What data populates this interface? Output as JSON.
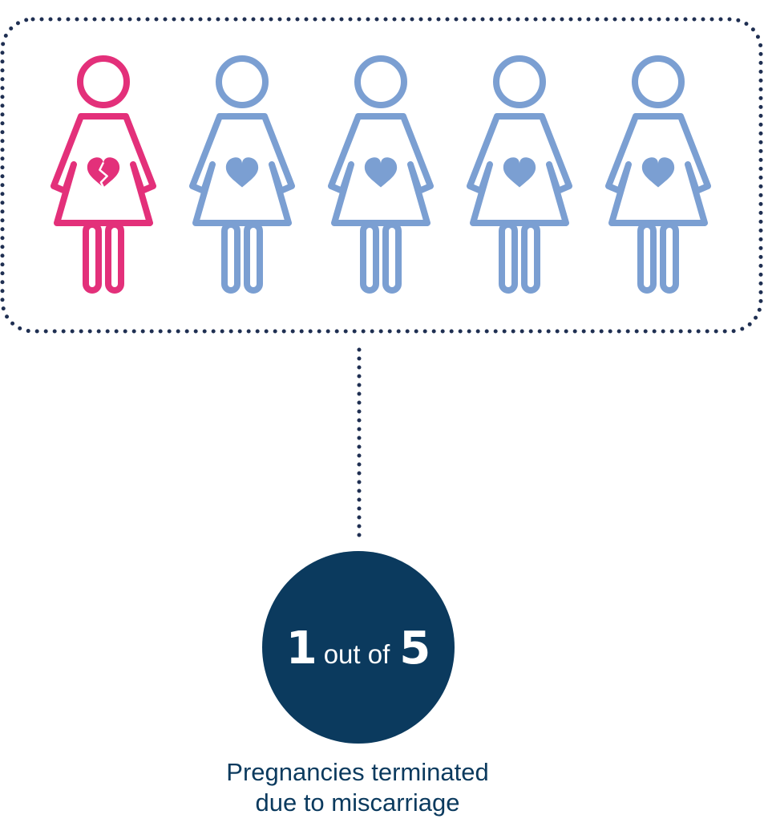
{
  "stat": {
    "numerator": "1",
    "connector": "out of",
    "denominator": "5"
  },
  "caption": {
    "line1": "Pregnancies terminated",
    "line2": "due to miscarriage"
  },
  "figures": [
    {
      "state": "miscarriage",
      "icon": "broken-heart-icon"
    },
    {
      "state": "pregnant",
      "icon": "heart-icon"
    },
    {
      "state": "pregnant",
      "icon": "heart-icon"
    },
    {
      "state": "pregnant",
      "icon": "heart-icon"
    },
    {
      "state": "pregnant",
      "icon": "heart-icon"
    }
  ],
  "colors": {
    "highlight": "#e3307a",
    "normal": "#7b9fd2",
    "dark": "#0b3a5e",
    "dots": "#1f2f52"
  }
}
